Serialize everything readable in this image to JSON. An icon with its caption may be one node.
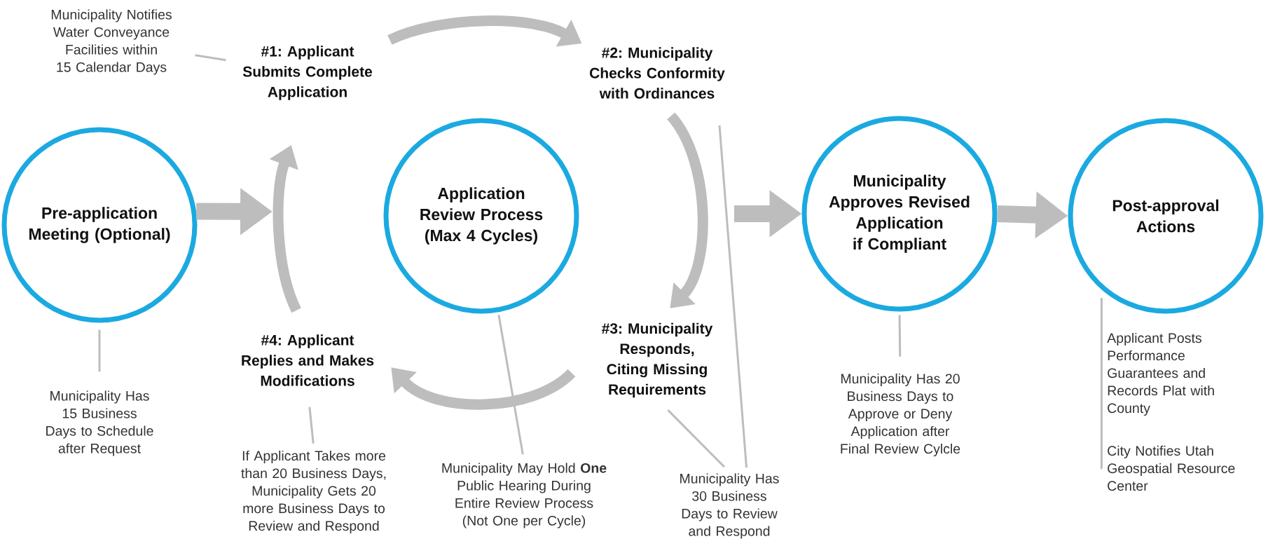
{
  "diagram": {
    "nodes": [
      {
        "text": [
          "Pre-application Meeting (Optional)"
        ]
      },
      {
        "text": [
          "#1: Applicant Submits Complete Application"
        ]
      },
      {
        "text": [
          "Application Review Process (Max 4 Cycles)"
        ]
      },
      {
        "text": [
          "#2: Municipality Checks Conformity with Ordinances"
        ]
      },
      {
        "text": [
          "#3: Municipality Responds, Citing Missing Requirements"
        ]
      },
      {
        "text": [
          "#4: Applicant Replies and Makes Modifications"
        ]
      },
      {
        "text": [
          "Municipality Approves Revised Application if Compliant"
        ]
      },
      {
        "text": [
          "Post-approval Actions"
        ]
      },
      {
        "text": [
          "Municipality Notifies Water Conveyance Facilities within 15 Calendar Days"
        ]
      },
      {
        "text": [
          "Municipality Has 15 Business Days to Schedule after Request"
        ]
      },
      {
        "text": [
          "If Applicant Takes more than 20 Business Days, Municipality Gets 20 more Business Days to Review and Respond"
        ]
      },
      {
        "text": [
          "Municipality May Hold **One** Public Hearing During Entire Review Process (Not One per Cycle)"
        ]
      },
      {
        "text": [
          "Municipality Has 30 Business Days to Review and Respond"
        ]
      },
      {
        "text": [
          "Municipality Has 20 Business Days to Approve or Deny Application after Final Review Cylcle"
        ]
      },
      {
        "text": [
          "Applicant Posts Performance Guarantees and Records Plat with County"
        ]
      },
      {
        "text": [
          "City Notifies Utah Geospatial Resource Center"
        ]
      }
    ],
    "edges": [
      {
        "from": 0,
        "to": null,
        "arrow": "to",
        "style": "thick"
      },
      {
        "from": null,
        "to": 6,
        "arrow": "to",
        "style": "thick"
      },
      {
        "from": 6,
        "to": 7,
        "arrow": "to",
        "style": "thick"
      },
      {
        "from": 1,
        "to": 3,
        "arrow": "to",
        "style": "thick"
      },
      {
        "from": 3,
        "to": 4,
        "arrow": "to",
        "style": "thick"
      },
      {
        "from": 4,
        "to": 5,
        "arrow": "to",
        "style": "thick"
      },
      {
        "from": 5,
        "to": 1,
        "arrow": "to",
        "style": "thick"
      },
      {
        "from": 8,
        "to": 1,
        "arrow": "none"
      },
      {
        "from": 9,
        "to": 0,
        "arrow": "none"
      },
      {
        "from": 10,
        "to": 5,
        "arrow": "none"
      },
      {
        "from": 11,
        "to": 2,
        "arrow": "none"
      },
      {
        "from": 12,
        "to": 4,
        "arrow": "none"
      },
      {
        "from": 12,
        "to": 3,
        "arrow": "none"
      },
      {
        "from": 13,
        "to": 6,
        "arrow": "none"
      },
      {
        "from": 14,
        "to": 7,
        "arrow": "none"
      },
      {
        "from": 15,
        "to": 7,
        "arrow": "none"
      }
    ]
  }
}
